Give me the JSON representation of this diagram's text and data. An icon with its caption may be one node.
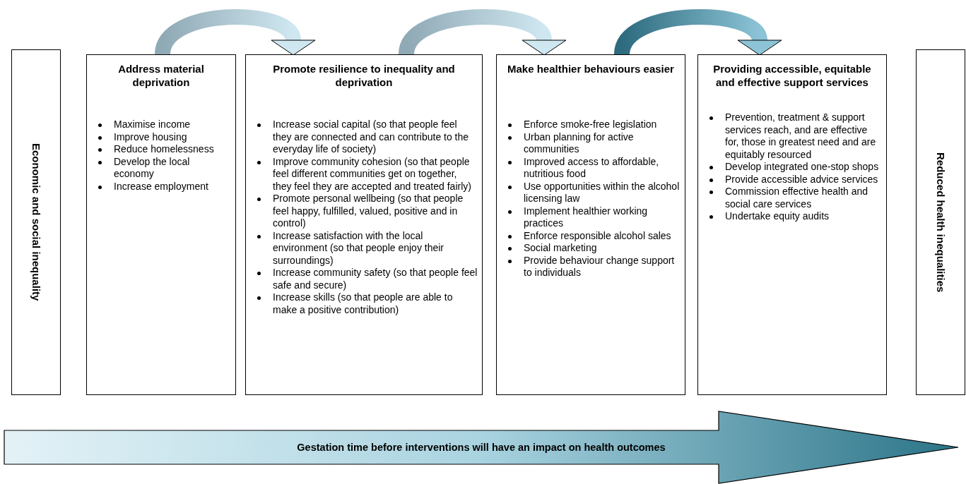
{
  "diagram": {
    "nodes": [
      {
        "text": [
          "Economic and social inequality"
        ]
      },
      {
        "text": [
          "Address material deprivation",
          "Maximise income",
          "Improve housing",
          "Reduce homelessness",
          "Develop the local economy",
          "Increase employment"
        ]
      },
      {
        "text": [
          "Promote resilience to inequality and deprivation",
          "Increase social capital (so that people feel they are connected and can contribute to the everyday life of society)",
          "Improve community cohesion (so that people feel different communities get on together, they feel they are accepted and treated fairly)",
          "Promote personal wellbeing (so that people feel happy, fulfilled, valued, positive and in control)",
          "Increase satisfaction with the local environment (so that people enjoy their surroundings)",
          "Increase community safety (so that people feel safe and secure)",
          "Increase skills (so that people are able to make a positive contribution)"
        ]
      },
      {
        "text": [
          "Make healthier behaviours easier",
          "Enforce smoke-free legislation",
          "Urban planning for active communities",
          "Improved access to affordable, nutritious food",
          "Use opportunities within the alcohol licensing law",
          "Implement healthier working practices",
          "Enforce responsible alcohol sales",
          "Social marketing",
          "Provide behaviour change support to individuals"
        ]
      },
      {
        "text": [
          "Providing accessible, equitable and effective support services",
          "Prevention, treatment & support services reach, and are effective for, those in greatest need and are equitably resourced",
          "Develop integrated one-stop shops",
          "Provide accessible advice services",
          "Commission effective health and social care services",
          "Undertake equity audits"
        ]
      },
      {
        "text": [
          "Reduced health inequalities"
        ]
      },
      {
        "text": [
          "Gestation time before interventions will have an impact on health outcomes"
        ]
      }
    ],
    "edges": [
      {
        "from": 1,
        "to": 2,
        "arrow": "to"
      },
      {
        "from": 2,
        "to": 3,
        "arrow": "to"
      },
      {
        "from": 3,
        "to": 4,
        "arrow": "to",
        "color": "#2e6b7e"
      }
    ]
  }
}
